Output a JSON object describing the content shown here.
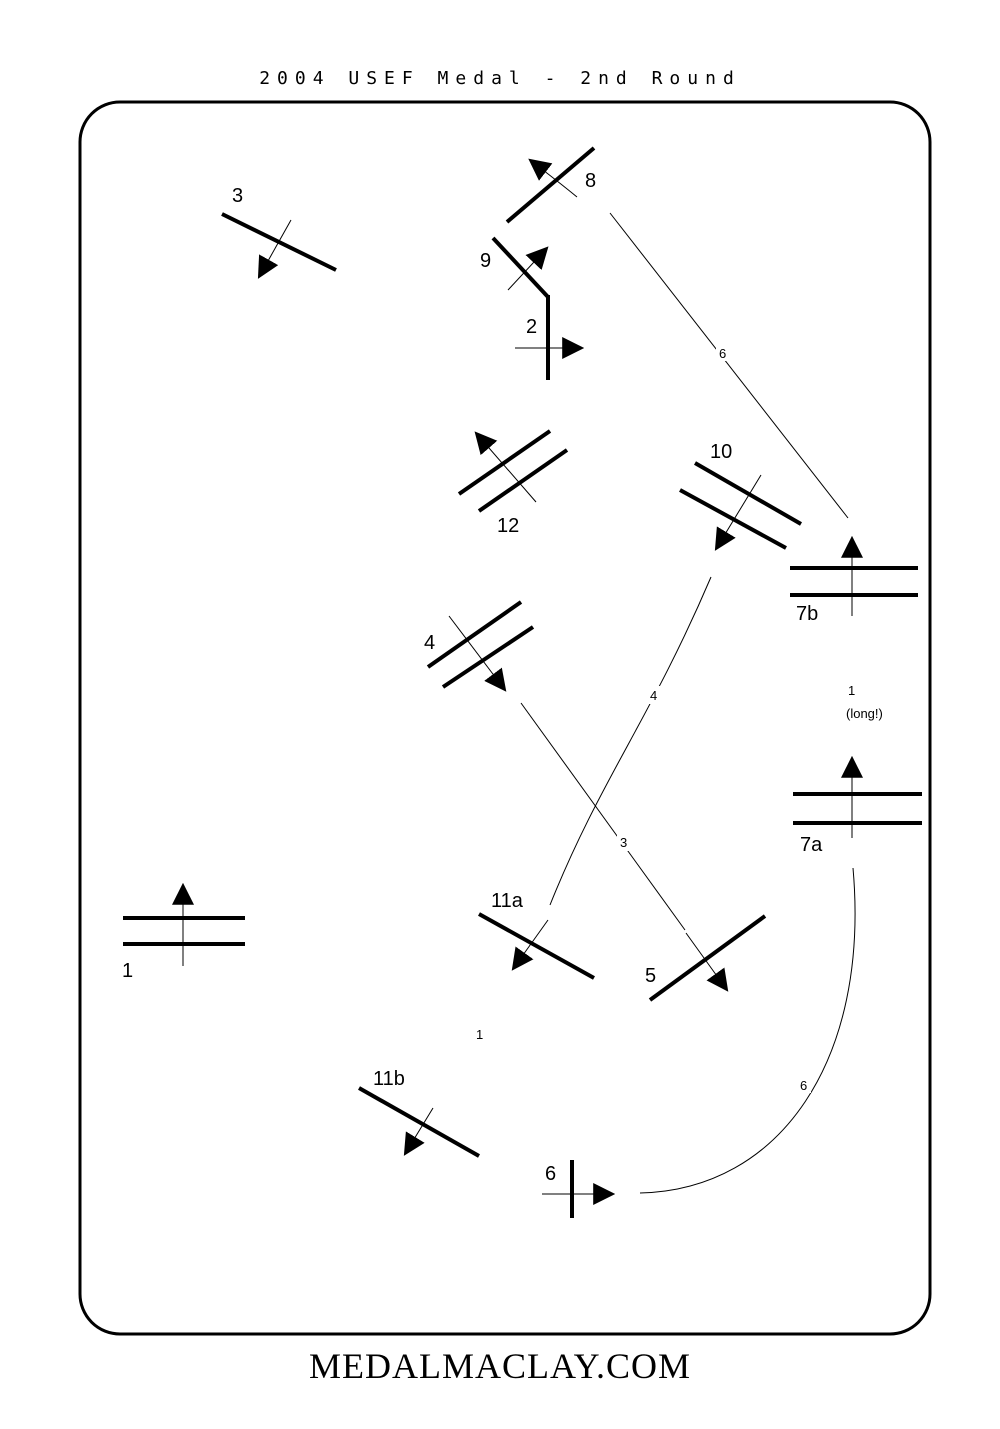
{
  "title": "2004 USEF Medal - 2nd Round",
  "footer": "MEDALMACLAY.COM",
  "fence_labels": {
    "f1": "1",
    "f2": "2",
    "f3": "3",
    "f4": "4",
    "f5": "5",
    "f6": "6",
    "f7a": "7a",
    "f7b": "7b",
    "f8": "8",
    "f9": "9",
    "f10": "10",
    "f11a": "11a",
    "f11b": "11b",
    "f12": "12"
  },
  "stride_labels": {
    "s8_7b": "6",
    "s10_11a": "4",
    "s4_5": "3",
    "s7a_7b": "1",
    "s7a_7b_note": "(long!)",
    "s11a_11b": "1",
    "s6_7a": "6"
  }
}
